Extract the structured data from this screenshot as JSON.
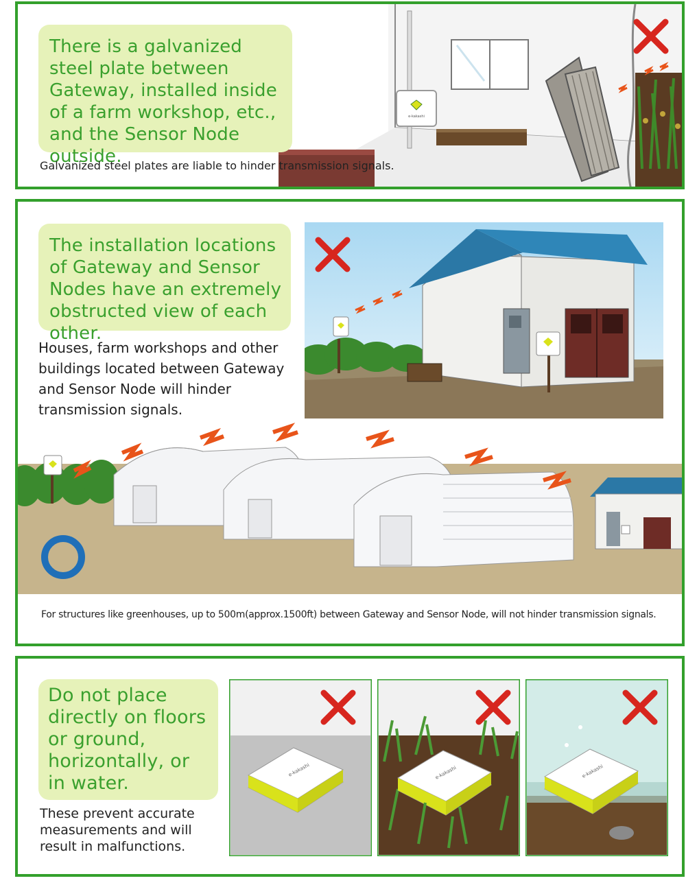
{
  "panel_wall": {
    "heading": "There is a galvanized steel plate between Gateway, installed inside of a farm workshop, etc., and the Sensor Node outside.",
    "note": "Galvanized steel plates are liable to hinder transmission signals.",
    "device_brand": "e-kakashi",
    "verdict_icon": "cross-mark-icon",
    "verdict_color": "#d7261e"
  },
  "panel_obstruction": {
    "heading": "The installation locations of Gateway and Sensor Nodes have an extremely obstructed view of each other.",
    "note": "Houses, farm workshops and other buildings located between Gateway and Sensor Node will hinder transmission signals.",
    "greenhouse_note": "For structures like greenhouses, up to 500m(approx.1500ft) between Gateway and Sensor Node, will not hinder transmission signals.",
    "verdict_bad_icon": "cross-mark-icon",
    "verdict_good_icon": "circle-ok-icon",
    "verdict_good_color": "#1f6fb8"
  },
  "panel_placement": {
    "heading": "Do not place directly on floors or ground, horizontally, or in water.",
    "note": "These prevent accurate measurements and will result in malfunctions.",
    "scenes": [
      {
        "name": "floor",
        "device_brand": "e-kakashi"
      },
      {
        "name": "ground",
        "device_brand": "e-kakashi"
      },
      {
        "name": "water",
        "device_brand": "e-kakashi"
      }
    ]
  },
  "colors": {
    "frame_green": "#33a02c",
    "callout_bg": "#e6f2b9",
    "heading_green": "#3aa02e",
    "signal_orange": "#e8541a",
    "device_yellow": "#d9e21b"
  }
}
